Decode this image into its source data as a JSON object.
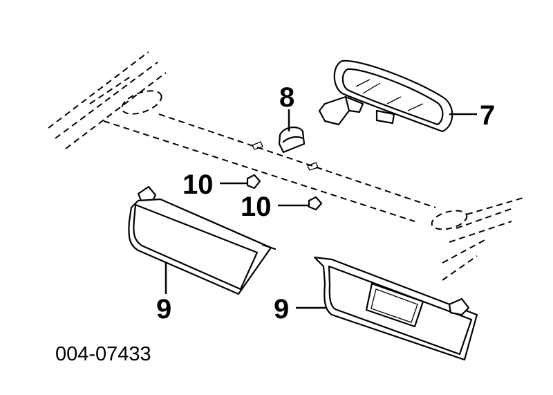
{
  "diagram": {
    "callouts": {
      "mirror": "7",
      "mirror_bracket": "8",
      "clip_upper": "10",
      "clip_lower": "10",
      "visor_left": "9",
      "visor_right": "9"
    },
    "part_number": "004-07433"
  }
}
